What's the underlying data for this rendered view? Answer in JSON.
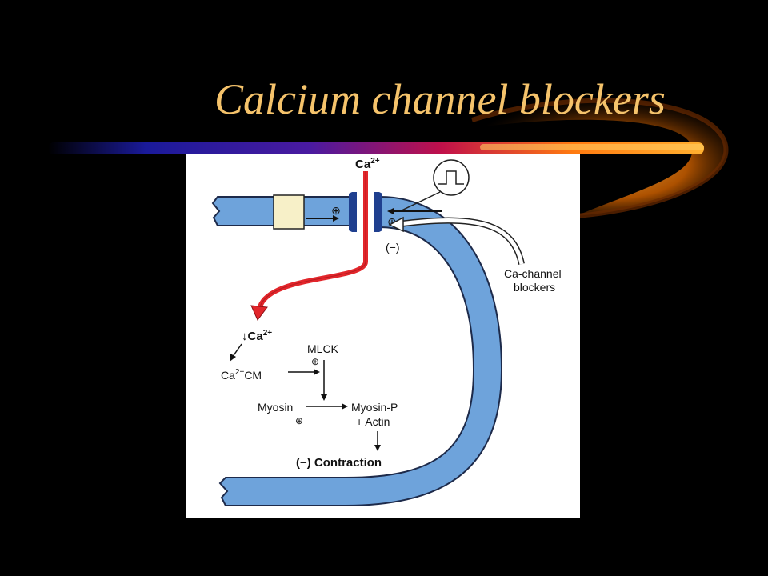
{
  "slide": {
    "title": "Calcium channel blockers"
  },
  "diagram": {
    "ca_in_label": "Ca",
    "ca_in_sup": "2+",
    "plus_sign": "⊕",
    "minus_label": "(−)",
    "blocker_label_line1": "Ca-channel",
    "blocker_label_line2": "blockers",
    "decrease_arrow": "↓",
    "ca_low_label": "Ca",
    "ca_low_sup": "2+",
    "ca_cm_label": "Ca",
    "ca_cm_sup": "2+",
    "ca_cm_suffix": "CM",
    "mlck_label": "MLCK",
    "myosin_label": "Myosin",
    "myosin_p_label": "Myosin-P",
    "actin_label": "+ Actin",
    "contraction_prefix": "(−)",
    "contraction_label": "Contraction"
  },
  "colors": {
    "title": "#f5c36b",
    "membrane": "#6ea3db",
    "calcium_arrow": "#e2262b",
    "channel": "#1f3f8f"
  }
}
